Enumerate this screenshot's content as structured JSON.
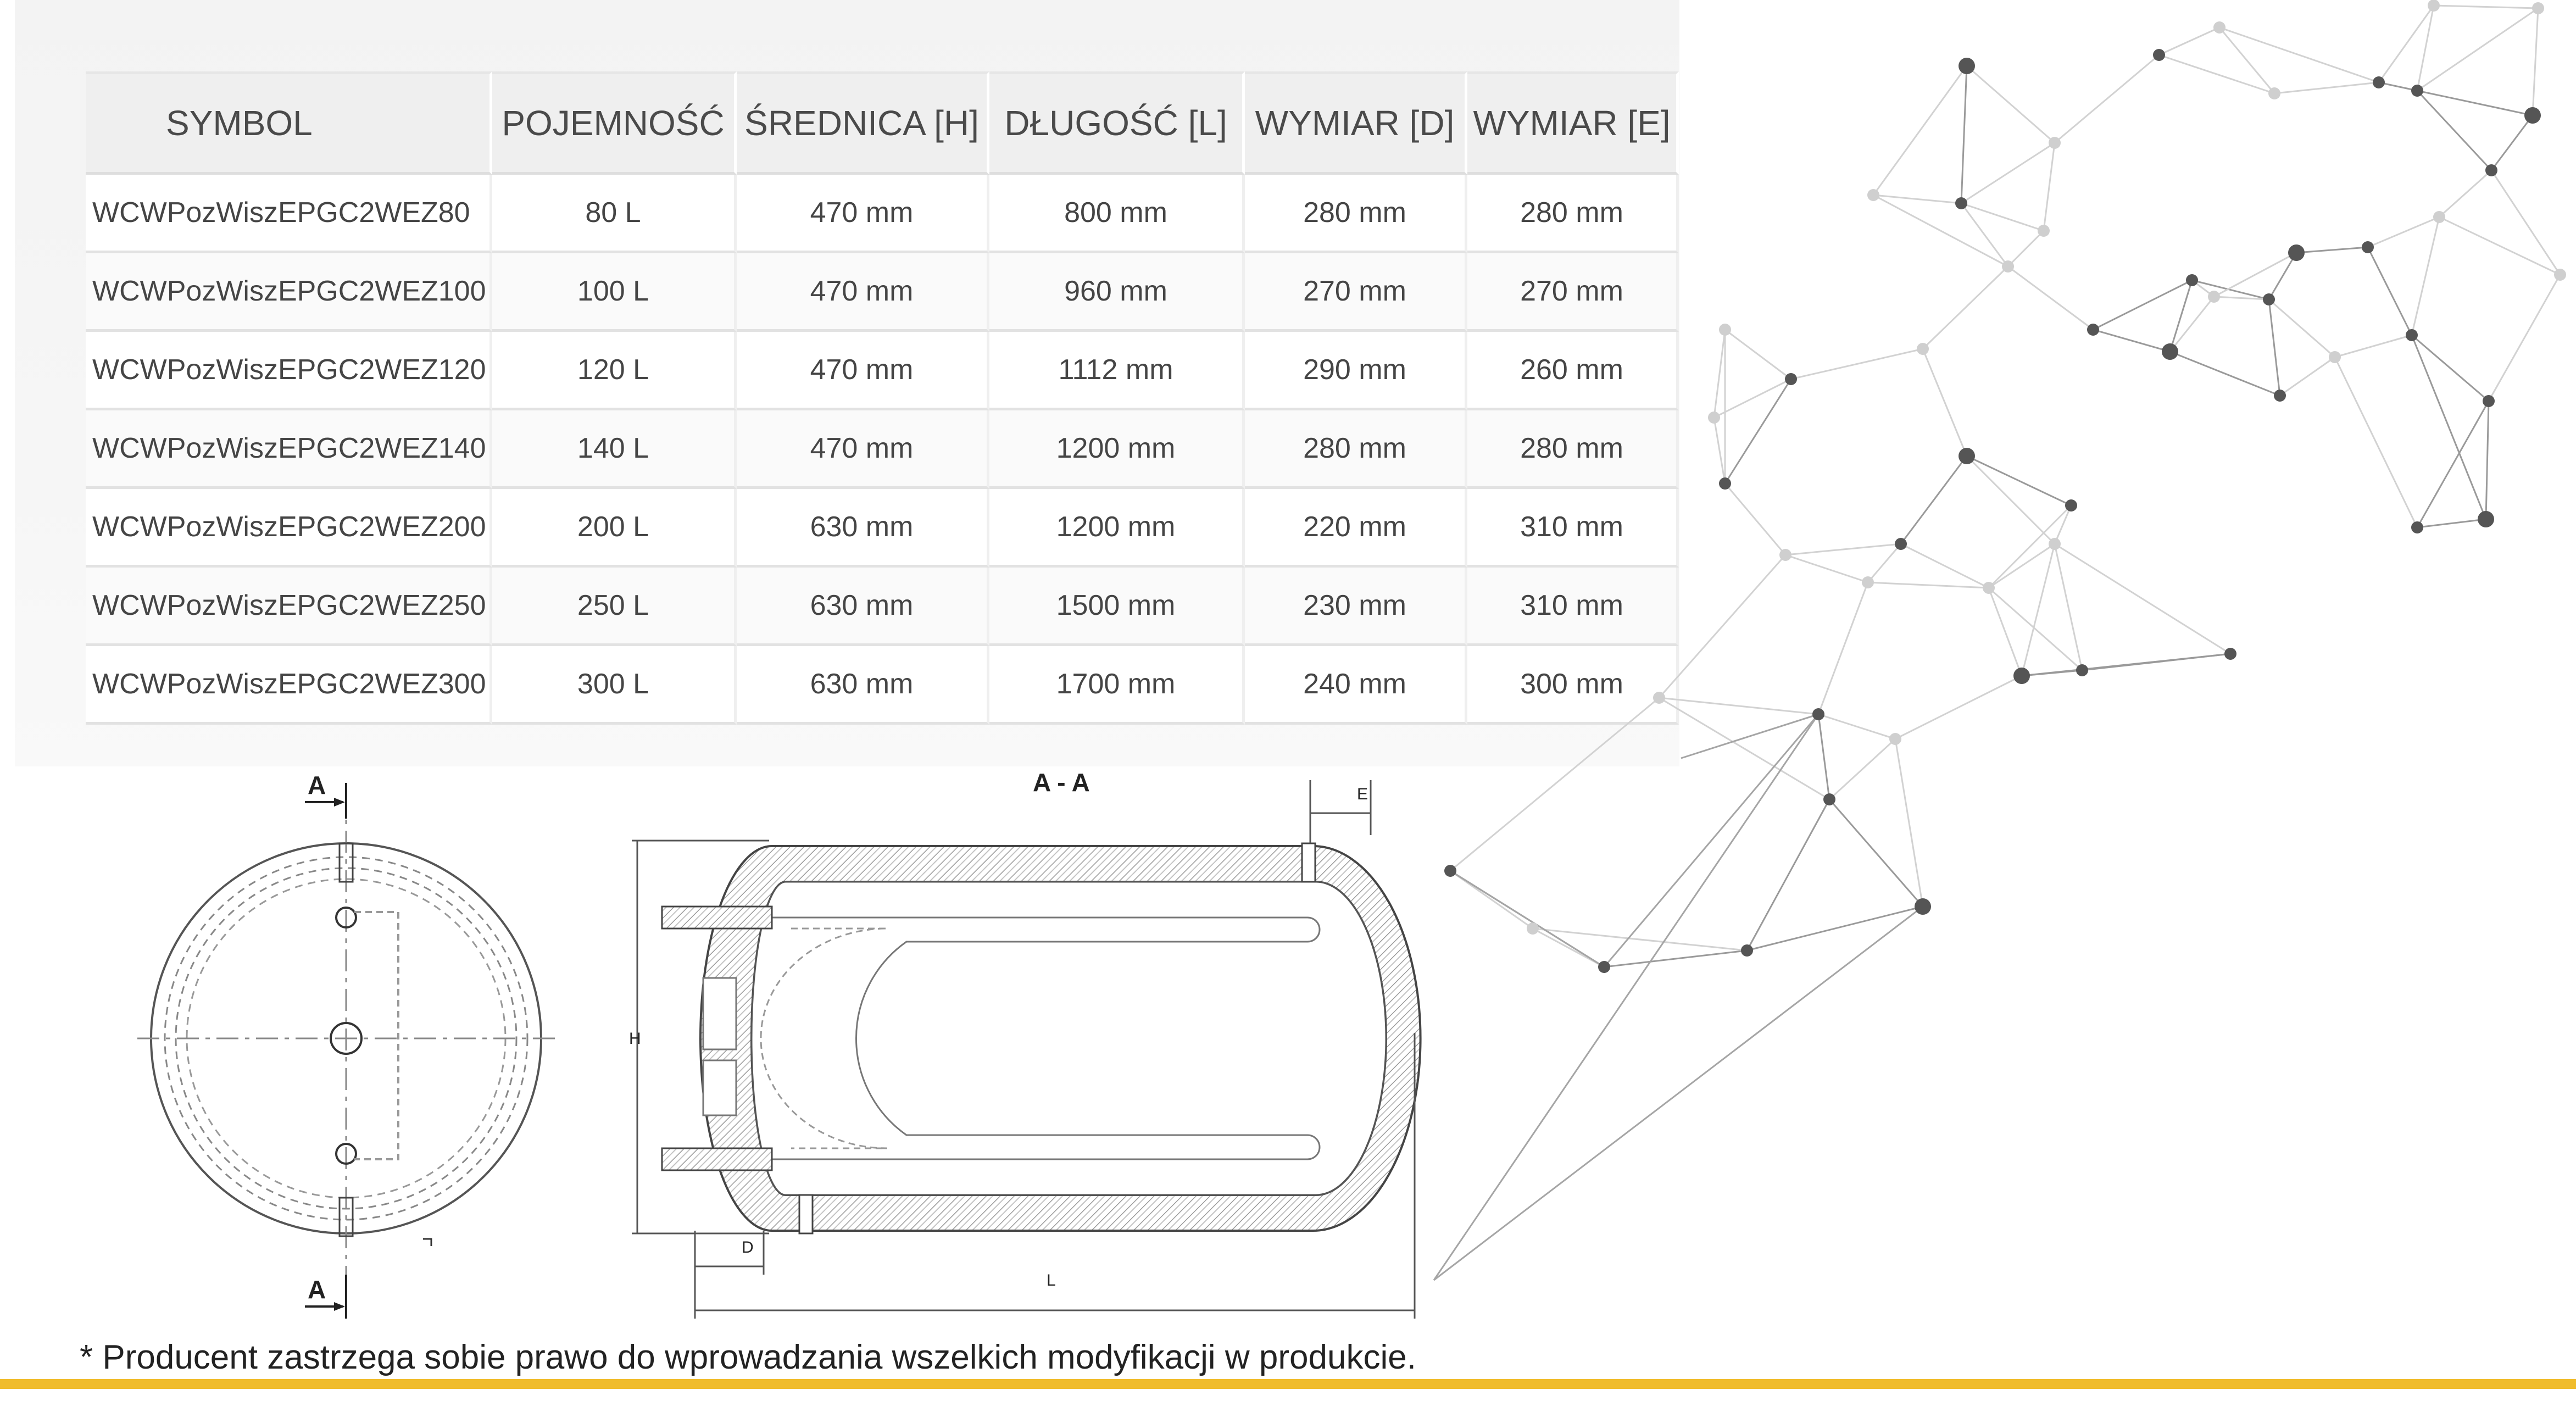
{
  "table": {
    "headers": [
      "SYMBOL",
      "POJEMNOŚĆ",
      "ŚREDNICA [H]",
      "DŁUGOŚĆ [L]",
      "WYMIAR [D]",
      "WYMIAR [E]"
    ],
    "rows": [
      [
        "WCWPozWiszEPGC2WEZ80",
        "80 L",
        "470 mm",
        "800 mm",
        "280 mm",
        "280 mm"
      ],
      [
        "WCWPozWiszEPGC2WEZ100",
        "100 L",
        "470 mm",
        "960 mm",
        "270 mm",
        "270 mm"
      ],
      [
        "WCWPozWiszEPGC2WEZ120",
        "120 L",
        "470 mm",
        "1112 mm",
        "290 mm",
        "260 mm"
      ],
      [
        "WCWPozWiszEPGC2WEZ140",
        "140 L",
        "470 mm",
        "1200 mm",
        "280 mm",
        "280 mm"
      ],
      [
        "WCWPozWiszEPGC2WEZ200",
        "200 L",
        "630 mm",
        "1200 mm",
        "220 mm",
        "310 mm"
      ],
      [
        "WCWPozWiszEPGC2WEZ250",
        "250 L",
        "630 mm",
        "1500 mm",
        "230 mm",
        "310 mm"
      ],
      [
        "WCWPozWiszEPGC2WEZ300",
        "300 L",
        "630 mm",
        "1700 mm",
        "240 mm",
        "300 mm"
      ]
    ]
  },
  "drawing": {
    "section_mark_top": "A",
    "section_mark_bottom": "A",
    "section_title": "A - A",
    "label_E": "E",
    "label_H": "H",
    "label_D": "D",
    "label_L": "L"
  },
  "footnote": "* Producent zastrzega sobie prawo do wprowadzania wszelkich modyfikacji w produkcie.",
  "colors": {
    "accent_bar": "#f0bc2c",
    "table_header_bg": "#efefef",
    "network_node": "#555555"
  }
}
